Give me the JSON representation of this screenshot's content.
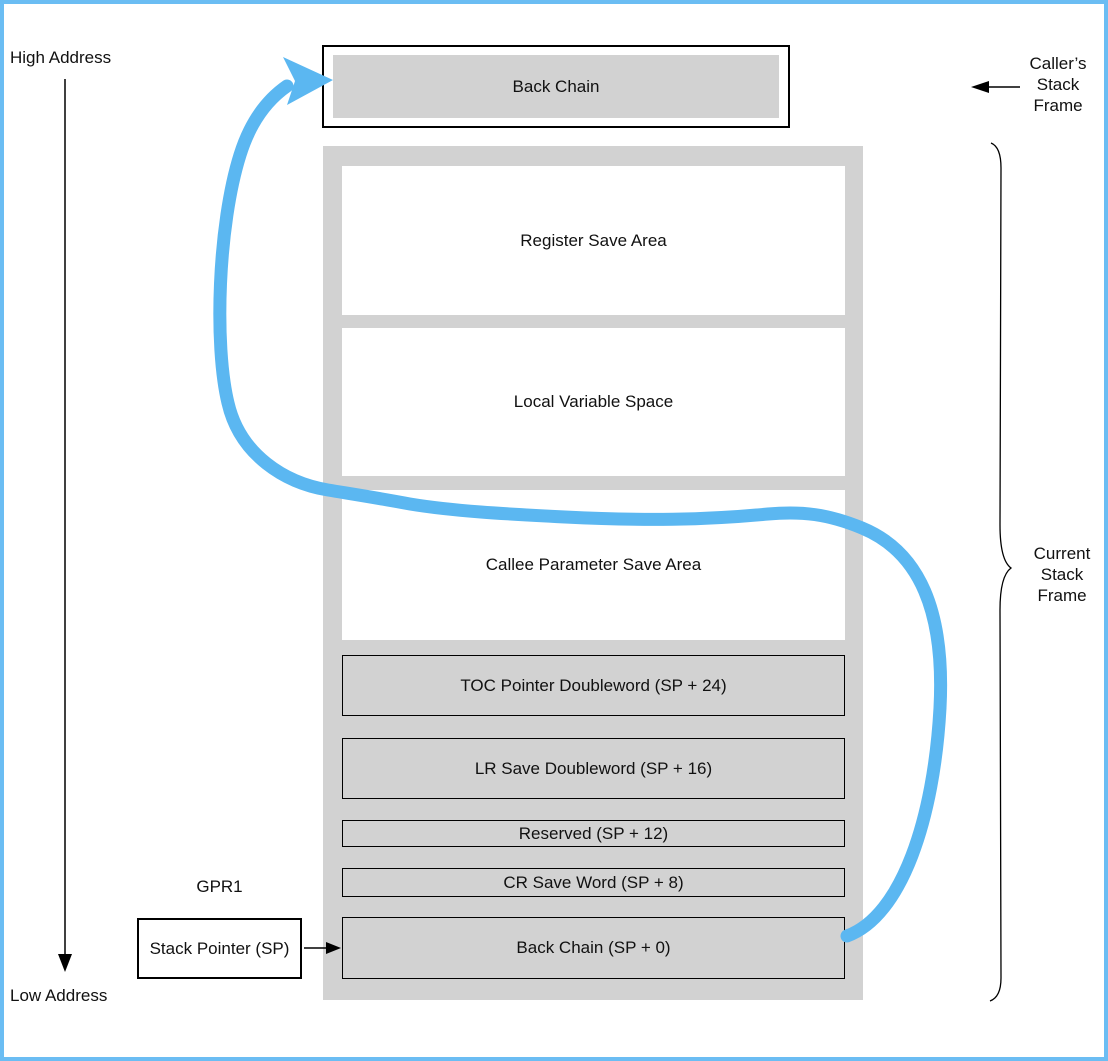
{
  "labels": {
    "high_address": "High Address",
    "low_address": "Low Address",
    "gpr1": "GPR1",
    "stack_pointer": "Stack Pointer (SP)",
    "callers_stack_frame": "Caller’s\nStack\nFrame",
    "current_stack_frame": "Current\nStack\nFrame"
  },
  "caller_frame": {
    "back_chain": "Back Chain"
  },
  "current_frame_sections": [
    {
      "label": "Register Save Area",
      "style": "area"
    },
    {
      "label": "Local Variable Space",
      "style": "area"
    },
    {
      "label": "Callee Parameter Save Area",
      "style": "area"
    },
    {
      "label": "TOC Pointer Doubleword (SP + 24)",
      "style": "slot"
    },
    {
      "label": "LR Save Doubleword (SP + 16)",
      "style": "slot"
    },
    {
      "label": "Reserved (SP + 12)",
      "style": "slot"
    },
    {
      "label": "CR Save Word (SP + 8)",
      "style": "slot"
    },
    {
      "label": "Back Chain (SP + 0)",
      "style": "slot"
    }
  ],
  "colors": {
    "accent_blue": "#5bb7f1",
    "frame_gray": "#d2d2d2",
    "page_border_blue": "#6bbdf3"
  }
}
